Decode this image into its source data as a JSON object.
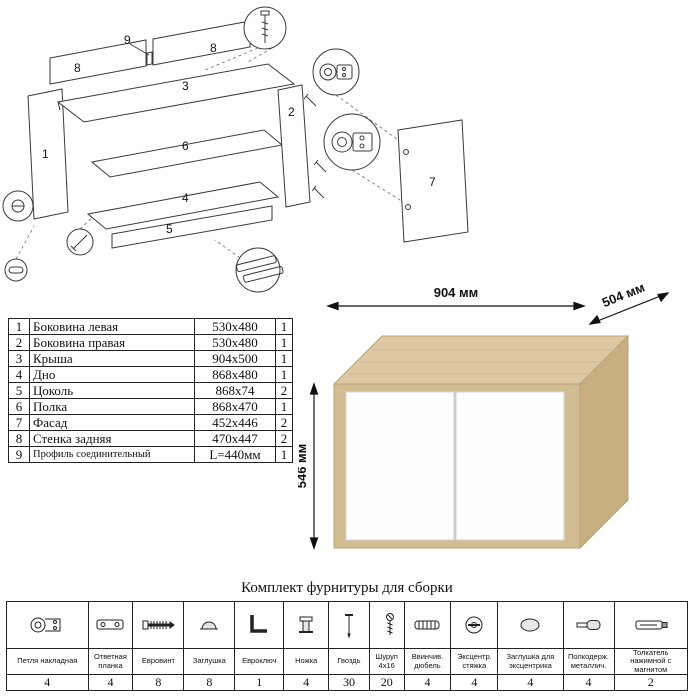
{
  "diagram": {
    "parts": [
      "1",
      "2",
      "3",
      "4",
      "5",
      "6",
      "7",
      "8",
      "9"
    ]
  },
  "parts_table": {
    "rows": [
      {
        "num": "1",
        "name": "Боковина левая",
        "size": "530x480",
        "qty": "1"
      },
      {
        "num": "2",
        "name": "Боковина правая",
        "size": "530x480",
        "qty": "1"
      },
      {
        "num": "3",
        "name": "Крыша",
        "size": "904x500",
        "qty": "1"
      },
      {
        "num": "4",
        "name": "Дно",
        "size": "868x480",
        "qty": "1"
      },
      {
        "num": "5",
        "name": "Цоколь",
        "size": "868x74",
        "qty": "2"
      },
      {
        "num": "6",
        "name": "Полка",
        "size": "868x470",
        "qty": "1"
      },
      {
        "num": "7",
        "name": "Фасад",
        "size": "452x446",
        "qty": "2"
      },
      {
        "num": "8",
        "name": "Стенка задняя",
        "size": "470x447",
        "qty": "2"
      },
      {
        "num": "9",
        "name": "Профиль соединительный",
        "size": "L=440мм",
        "qty": "1"
      }
    ]
  },
  "product": {
    "width_label": "904 мм",
    "depth_label": "504 мм",
    "height_label": "546 мм",
    "colors": {
      "wood_top": "#dcc9a2",
      "wood_front": "#d2bd92",
      "wood_side": "#c6ae80",
      "door": "#fdfdfd"
    }
  },
  "hardware": {
    "title": "Комплект фурнитуры для сборки",
    "items": [
      {
        "icon": "hinge-icon",
        "label": "Петля накладная",
        "qty": "4"
      },
      {
        "icon": "mounting-plate-icon",
        "label": "Ответная планка",
        "qty": "4"
      },
      {
        "icon": "euro-screw-icon",
        "label": "Евровинт",
        "qty": "8"
      },
      {
        "icon": "cap-icon",
        "label": "Заглушка",
        "qty": "8"
      },
      {
        "icon": "hex-key-icon",
        "label": "Евроключ",
        "qty": "1"
      },
      {
        "icon": "leg-icon",
        "label": "Ножка",
        "qty": "4"
      },
      {
        "icon": "nail-icon",
        "label": "Гвоздь",
        "qty": "30"
      },
      {
        "icon": "screw-icon",
        "label": "Шуруп 4x16",
        "qty": "20"
      },
      {
        "icon": "dowel-icon",
        "label": "Ввинчив. дюбель",
        "qty": "4"
      },
      {
        "icon": "cam-icon",
        "label": "Эксцентр. стяжка",
        "qty": "4"
      },
      {
        "icon": "cam-cap-icon",
        "label": "Заглушка для эксцентрика",
        "qty": "4"
      },
      {
        "icon": "shelf-pin-icon",
        "label": "Полкодерж. металлич.",
        "qty": "4"
      },
      {
        "icon": "push-latch-icon",
        "label": "Толкатель нажимной с магнитом",
        "qty": "2"
      }
    ]
  }
}
